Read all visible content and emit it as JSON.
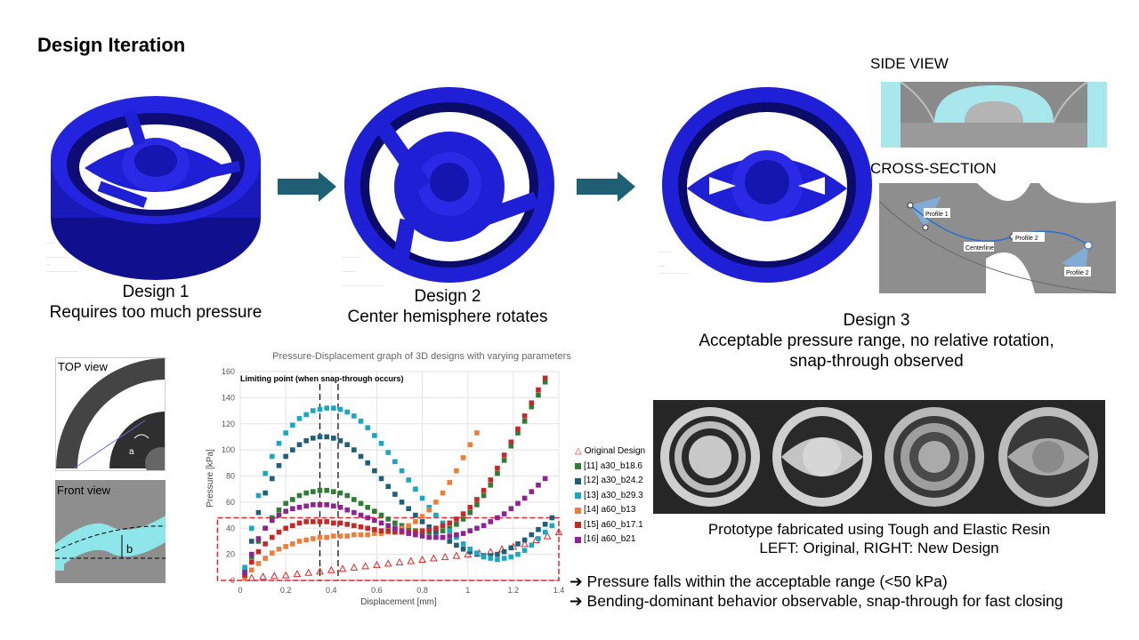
{
  "slide": {
    "title": "Design Iteration"
  },
  "designs": [
    {
      "name": "Design 1",
      "note": "Requires too much pressure"
    },
    {
      "name": "Design 2",
      "note": "Center hemisphere rotates"
    },
    {
      "name": "Design 3",
      "note_line1": "Acceptable pressure range, no relative rotation,",
      "note_line2": "snap-through observed"
    }
  ],
  "views": {
    "side": "SIDE VIEW",
    "cross_section": "CROSS-SECTION",
    "top": "TOP view",
    "front": "Front view"
  },
  "cross_section_labels": {
    "profile1": "Profile 1",
    "profile2": "Profile 2",
    "profile2_right": "Profile 2",
    "centerline": "Centerline"
  },
  "dimension_labels": {
    "a": "a",
    "b": "b"
  },
  "prototype": {
    "line1": "Prototype fabricated using Tough and Elastic Resin",
    "line2": "LEFT: Original, RIGHT: New Design"
  },
  "bullets": [
    "Pressure falls within the acceptable range (<50 kPa)",
    "Bending-dominant behavior observable, snap-through for fast closing"
  ],
  "colors": {
    "part_blue": "#1f1fd6",
    "part_dark": "#10108f",
    "arrow": "#1f5f73",
    "highlight_red": "#e0262b"
  },
  "chart_data": {
    "type": "scatter",
    "title": "Pressure-Displacement graph of 3D designs with varying parameters",
    "xlabel": "Displacement [mm]",
    "ylabel": "Pressure [kPa]",
    "xlim": [
      0,
      1.4
    ],
    "ylim": [
      0,
      160
    ],
    "xticks": [
      "0",
      "0.2",
      "0.4",
      "0.6",
      "0.8",
      "1",
      "1.2",
      "1.4"
    ],
    "yticks": [
      "0",
      "20",
      "40",
      "60",
      "80",
      "100",
      "120",
      "140",
      "160"
    ],
    "grid": true,
    "legend": "right",
    "annotation": "Limiting point (when snap-through occurs)",
    "limit_lines_x": [
      0.35,
      0.43
    ],
    "acceptable_box": {
      "x": [
        -0.1,
        1.4
      ],
      "y": [
        0,
        48
      ]
    },
    "series": [
      {
        "name": "Original Design",
        "color": "#e0262b",
        "marker": "triangle",
        "points": [
          [
            0.05,
            2
          ],
          [
            0.1,
            3
          ],
          [
            0.15,
            3.5
          ],
          [
            0.2,
            4
          ],
          [
            0.25,
            5
          ],
          [
            0.3,
            6
          ],
          [
            0.35,
            7
          ],
          [
            0.4,
            8
          ],
          [
            0.45,
            9
          ],
          [
            0.5,
            10
          ],
          [
            0.55,
            11
          ],
          [
            0.6,
            12
          ],
          [
            0.65,
            13
          ],
          [
            0.7,
            14
          ],
          [
            0.75,
            15
          ],
          [
            0.8,
            16
          ],
          [
            0.85,
            17
          ],
          [
            0.9,
            18
          ],
          [
            0.95,
            19
          ],
          [
            1.0,
            20
          ],
          [
            1.05,
            21
          ],
          [
            1.1,
            22
          ],
          [
            1.15,
            24
          ],
          [
            1.2,
            26
          ],
          [
            1.25,
            28
          ],
          [
            1.3,
            31
          ],
          [
            1.35,
            34
          ],
          [
            1.4,
            37
          ]
        ]
      },
      {
        "name": "[11] a30_b18.6",
        "color": "#2e7d32",
        "marker": "square",
        "points": [
          [
            0.02,
            5
          ],
          [
            0.05,
            18
          ],
          [
            0.08,
            30
          ],
          [
            0.11,
            40
          ],
          [
            0.14,
            48
          ],
          [
            0.17,
            54
          ],
          [
            0.2,
            59
          ],
          [
            0.23,
            62
          ],
          [
            0.26,
            65
          ],
          [
            0.29,
            67
          ],
          [
            0.32,
            68
          ],
          [
            0.35,
            69
          ],
          [
            0.38,
            69
          ],
          [
            0.41,
            68
          ],
          [
            0.44,
            67
          ],
          [
            0.47,
            65
          ],
          [
            0.5,
            62
          ],
          [
            0.53,
            59
          ],
          [
            0.56,
            56
          ],
          [
            0.59,
            53
          ],
          [
            0.62,
            50
          ],
          [
            0.65,
            47
          ],
          [
            0.68,
            44
          ],
          [
            0.71,
            42
          ],
          [
            0.74,
            40
          ],
          [
            0.77,
            38
          ],
          [
            0.8,
            37
          ],
          [
            0.83,
            37
          ],
          [
            0.86,
            37
          ],
          [
            0.89,
            38
          ],
          [
            0.92,
            40
          ],
          [
            0.95,
            43
          ],
          [
            0.98,
            47
          ],
          [
            1.01,
            52
          ],
          [
            1.04,
            58
          ],
          [
            1.07,
            65
          ],
          [
            1.1,
            73
          ],
          [
            1.13,
            82
          ],
          [
            1.16,
            92
          ],
          [
            1.19,
            103
          ],
          [
            1.22,
            113
          ],
          [
            1.25,
            122
          ],
          [
            1.28,
            133
          ],
          [
            1.31,
            142
          ],
          [
            1.34,
            152
          ]
        ]
      },
      {
        "name": "[12] a30_b24.2",
        "color": "#1f5f7a",
        "marker": "square",
        "points": [
          [
            0.02,
            8
          ],
          [
            0.05,
            30
          ],
          [
            0.08,
            52
          ],
          [
            0.11,
            67
          ],
          [
            0.14,
            78
          ],
          [
            0.17,
            88
          ],
          [
            0.2,
            95
          ],
          [
            0.23,
            100
          ],
          [
            0.26,
            104
          ],
          [
            0.29,
            107
          ],
          [
            0.32,
            109
          ],
          [
            0.35,
            110
          ],
          [
            0.38,
            110
          ],
          [
            0.41,
            109
          ],
          [
            0.44,
            107
          ],
          [
            0.47,
            104
          ],
          [
            0.5,
            100
          ],
          [
            0.53,
            95
          ],
          [
            0.56,
            90
          ],
          [
            0.59,
            84
          ],
          [
            0.62,
            78
          ],
          [
            0.65,
            72
          ],
          [
            0.68,
            66
          ],
          [
            0.71,
            60
          ],
          [
            0.74,
            55
          ],
          [
            0.77,
            50
          ],
          [
            0.8,
            45
          ],
          [
            0.83,
            41
          ],
          [
            0.86,
            37
          ],
          [
            0.89,
            33
          ],
          [
            0.92,
            30
          ],
          [
            0.95,
            27
          ],
          [
            0.98,
            24
          ],
          [
            1.01,
            22
          ],
          [
            1.04,
            20
          ],
          [
            1.07,
            19
          ],
          [
            1.1,
            19
          ],
          [
            1.13,
            20
          ],
          [
            1.16,
            22
          ],
          [
            1.19,
            25
          ],
          [
            1.22,
            28
          ],
          [
            1.25,
            31
          ],
          [
            1.28,
            35
          ],
          [
            1.31,
            39
          ],
          [
            1.34,
            43
          ],
          [
            1.37,
            48
          ]
        ]
      },
      {
        "name": "[13] a30_b29.3",
        "color": "#1aa7c4",
        "marker": "square",
        "points": [
          [
            0.02,
            10
          ],
          [
            0.05,
            40
          ],
          [
            0.08,
            65
          ],
          [
            0.11,
            82
          ],
          [
            0.14,
            95
          ],
          [
            0.17,
            105
          ],
          [
            0.2,
            113
          ],
          [
            0.23,
            119
          ],
          [
            0.26,
            124
          ],
          [
            0.29,
            127
          ],
          [
            0.32,
            130
          ],
          [
            0.35,
            131
          ],
          [
            0.38,
            132
          ],
          [
            0.41,
            132
          ],
          [
            0.44,
            131
          ],
          [
            0.47,
            129
          ],
          [
            0.5,
            126
          ],
          [
            0.53,
            122
          ],
          [
            0.56,
            117
          ],
          [
            0.59,
            111
          ],
          [
            0.62,
            105
          ],
          [
            0.65,
            98
          ],
          [
            0.68,
            91
          ],
          [
            0.71,
            84
          ],
          [
            0.74,
            77
          ],
          [
            0.77,
            70
          ],
          [
            0.8,
            63
          ],
          [
            0.83,
            56
          ],
          [
            0.86,
            50
          ],
          [
            0.89,
            44
          ],
          [
            0.92,
            38
          ],
          [
            0.95,
            33
          ],
          [
            0.98,
            28
          ],
          [
            1.01,
            24
          ],
          [
            1.04,
            21
          ],
          [
            1.07,
            18
          ],
          [
            1.1,
            17
          ],
          [
            1.13,
            16
          ],
          [
            1.16,
            17
          ],
          [
            1.19,
            18
          ],
          [
            1.22,
            20
          ],
          [
            1.25,
            23
          ],
          [
            1.28,
            27
          ],
          [
            1.31,
            32
          ],
          [
            1.34,
            37
          ],
          [
            1.37,
            42
          ]
        ]
      },
      {
        "name": "[14] a60_b13",
        "color": "#ef7d3a",
        "marker": "square",
        "points": [
          [
            0.02,
            2
          ],
          [
            0.05,
            8
          ],
          [
            0.08,
            13
          ],
          [
            0.11,
            17
          ],
          [
            0.14,
            21
          ],
          [
            0.17,
            24
          ],
          [
            0.2,
            26
          ],
          [
            0.23,
            28
          ],
          [
            0.26,
            30
          ],
          [
            0.29,
            31
          ],
          [
            0.32,
            32
          ],
          [
            0.35,
            33
          ],
          [
            0.38,
            33
          ],
          [
            0.41,
            34
          ],
          [
            0.44,
            34
          ],
          [
            0.47,
            34
          ],
          [
            0.5,
            35
          ],
          [
            0.53,
            35
          ],
          [
            0.56,
            35
          ],
          [
            0.59,
            36
          ],
          [
            0.62,
            36
          ],
          [
            0.65,
            37
          ],
          [
            0.68,
            38
          ],
          [
            0.71,
            40
          ],
          [
            0.74,
            42
          ],
          [
            0.77,
            45
          ],
          [
            0.8,
            49
          ],
          [
            0.83,
            54
          ],
          [
            0.86,
            60
          ],
          [
            0.89,
            67
          ],
          [
            0.92,
            75
          ],
          [
            0.95,
            84
          ],
          [
            0.98,
            94
          ],
          [
            1.01,
            104
          ],
          [
            1.04,
            113
          ]
        ]
      },
      {
        "name": "[15] a60_b17.1",
        "color": "#c62828",
        "marker": "square",
        "points": [
          [
            0.02,
            4
          ],
          [
            0.05,
            14
          ],
          [
            0.08,
            22
          ],
          [
            0.11,
            28
          ],
          [
            0.14,
            33
          ],
          [
            0.17,
            37
          ],
          [
            0.2,
            40
          ],
          [
            0.23,
            42
          ],
          [
            0.26,
            44
          ],
          [
            0.29,
            45
          ],
          [
            0.32,
            45
          ],
          [
            0.35,
            45
          ],
          [
            0.38,
            45
          ],
          [
            0.41,
            44
          ],
          [
            0.44,
            44
          ],
          [
            0.47,
            43
          ],
          [
            0.5,
            42
          ],
          [
            0.53,
            41
          ],
          [
            0.56,
            40
          ],
          [
            0.59,
            39
          ],
          [
            0.62,
            38
          ],
          [
            0.65,
            38
          ],
          [
            0.68,
            37
          ],
          [
            0.71,
            37
          ],
          [
            0.74,
            37
          ],
          [
            0.77,
            37
          ],
          [
            0.8,
            38
          ],
          [
            0.83,
            39
          ],
          [
            0.86,
            40
          ],
          [
            0.89,
            42
          ],
          [
            0.92,
            44
          ],
          [
            0.95,
            47
          ],
          [
            0.98,
            51
          ],
          [
            1.01,
            56
          ],
          [
            1.04,
            62
          ],
          [
            1.07,
            69
          ],
          [
            1.1,
            77
          ],
          [
            1.13,
            86
          ],
          [
            1.16,
            96
          ],
          [
            1.19,
            106
          ],
          [
            1.22,
            116
          ],
          [
            1.25,
            126
          ],
          [
            1.28,
            136
          ],
          [
            1.31,
            146
          ],
          [
            1.34,
            155
          ]
        ]
      },
      {
        "name": "[16] a60_b21",
        "color": "#8e2491",
        "marker": "square",
        "points": [
          [
            0.02,
            6
          ],
          [
            0.05,
            20
          ],
          [
            0.08,
            32
          ],
          [
            0.11,
            40
          ],
          [
            0.14,
            46
          ],
          [
            0.17,
            50
          ],
          [
            0.2,
            53
          ],
          [
            0.23,
            55
          ],
          [
            0.26,
            56
          ],
          [
            0.29,
            57
          ],
          [
            0.32,
            58
          ],
          [
            0.35,
            58
          ],
          [
            0.38,
            58
          ],
          [
            0.41,
            57
          ],
          [
            0.44,
            56
          ],
          [
            0.47,
            54
          ],
          [
            0.5,
            52
          ],
          [
            0.53,
            50
          ],
          [
            0.56,
            48
          ],
          [
            0.59,
            46
          ],
          [
            0.62,
            44
          ],
          [
            0.65,
            42
          ],
          [
            0.68,
            40
          ],
          [
            0.71,
            38
          ],
          [
            0.74,
            36
          ],
          [
            0.77,
            35
          ],
          [
            0.8,
            34
          ],
          [
            0.83,
            33
          ],
          [
            0.86,
            33
          ],
          [
            0.89,
            33
          ],
          [
            0.92,
            34
          ],
          [
            0.95,
            35
          ],
          [
            0.98,
            36
          ],
          [
            1.01,
            38
          ],
          [
            1.04,
            40
          ],
          [
            1.07,
            42
          ],
          [
            1.1,
            45
          ],
          [
            1.13,
            48
          ],
          [
            1.16,
            51
          ],
          [
            1.19,
            55
          ],
          [
            1.22,
            59
          ],
          [
            1.25,
            63
          ],
          [
            1.28,
            68
          ],
          [
            1.31,
            73
          ],
          [
            1.34,
            78
          ]
        ]
      }
    ]
  }
}
